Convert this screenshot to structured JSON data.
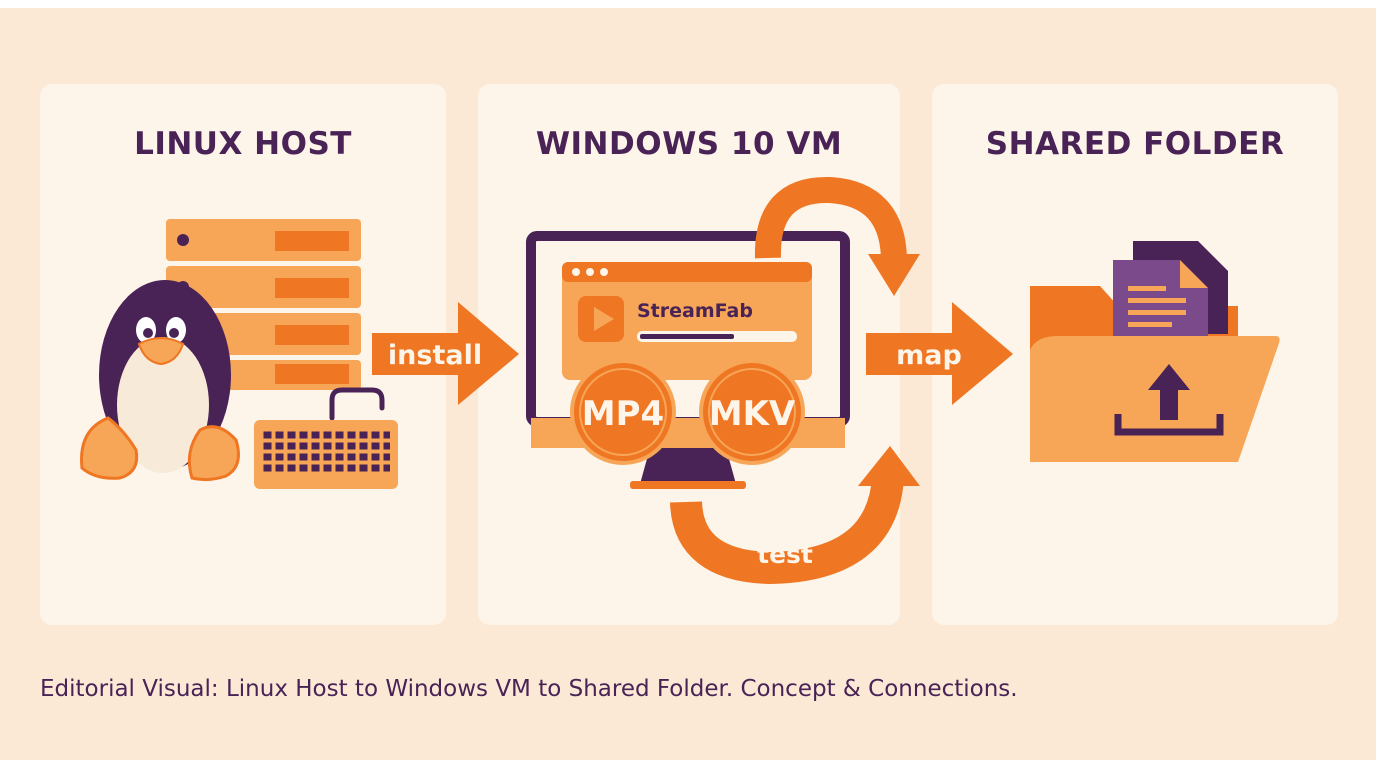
{
  "panels": {
    "host": {
      "title": "LINUX HOST"
    },
    "vm": {
      "title": "WINDOWS 10 VM",
      "app_name": "StreamFab",
      "badge_mp4": "MP4",
      "badge_mkv": "MKV"
    },
    "folder": {
      "title": "SHARED FOLDER"
    }
  },
  "arrows": {
    "install": "install",
    "map": "map",
    "test": "test"
  },
  "caption": "Editorial Visual: Linux Host to Windows VM to Shared Folder. Concept & Connections.",
  "colors": {
    "background": "#fbe9d6",
    "panel": "#fdf4ea",
    "orange": "#ef7622",
    "light_orange": "#f7a657",
    "purple": "#4a2356",
    "folder_purple": "#7b4a8a"
  },
  "icons": [
    "tux-penguin-icon",
    "server-rack-icon",
    "keyboard-icon",
    "monitor-icon",
    "play-icon",
    "folder-icon",
    "document-icon",
    "upload-icon"
  ]
}
